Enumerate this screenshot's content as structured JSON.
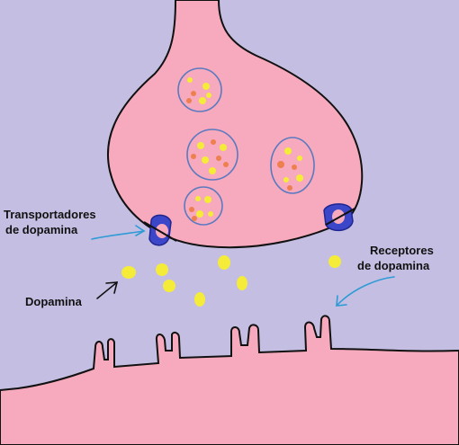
{
  "labels": {
    "transportadores": [
      "Transportadores",
      "de dopamina"
    ],
    "dopamina": "Dopamina",
    "receptores": [
      "Receptores",
      "de dopamina"
    ]
  },
  "colors": {
    "background": "#c4bfe2",
    "neuron": "#f7a9bd",
    "outline": "#111111",
    "vesicle_border": "#5a7ac0",
    "dopamine": "#f4ec38",
    "dopamine_orange": "#ee7f4e",
    "transporter": "#3c46c8",
    "arrow_blue": "#2e9ad6",
    "arrow_black": "#111111"
  }
}
